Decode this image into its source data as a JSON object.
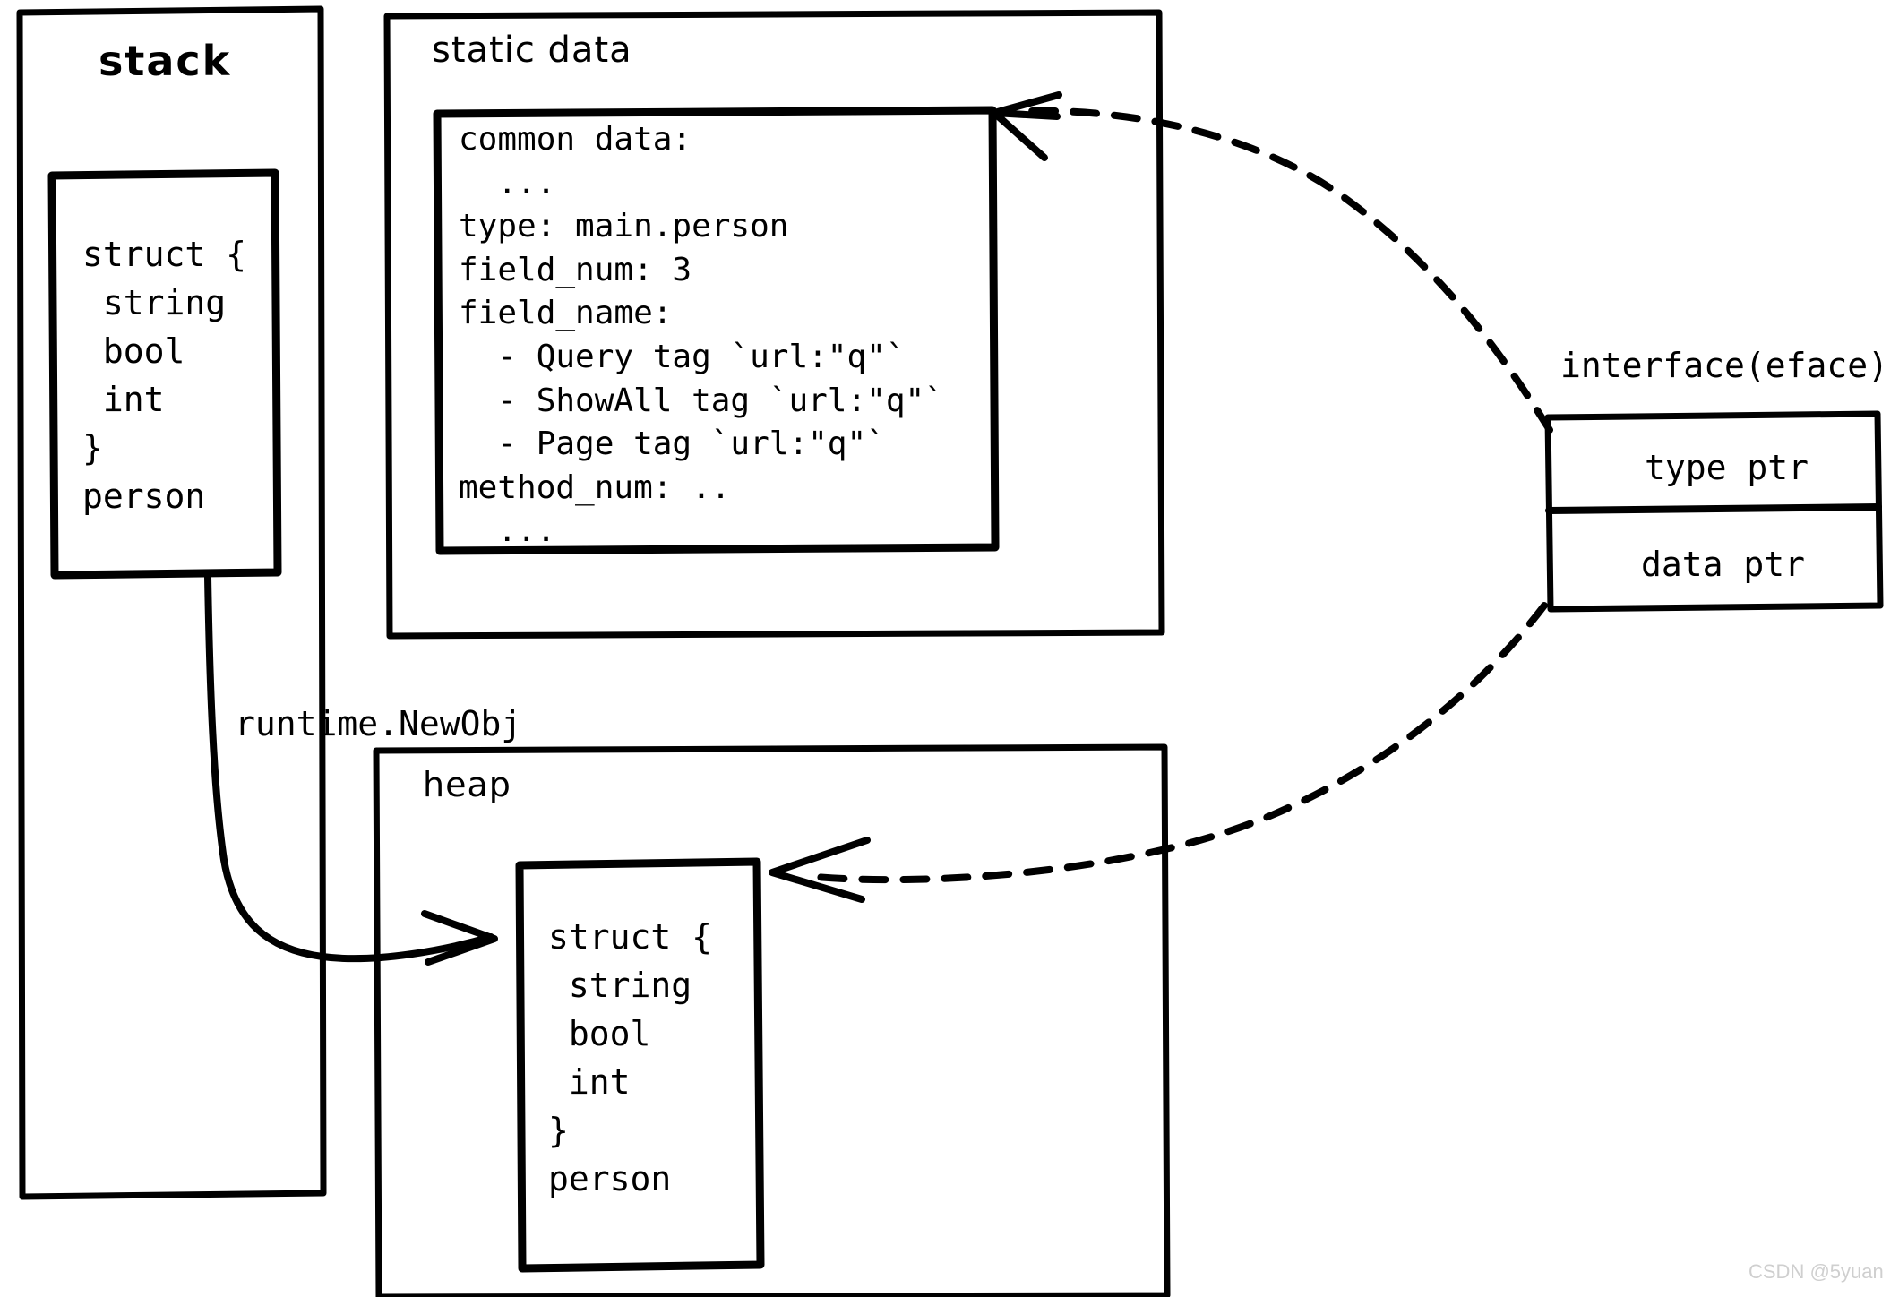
{
  "diagram": {
    "title_stack": "stack",
    "title_static_data": "static data",
    "title_heap": "heap",
    "title_interface": "interface(eface)",
    "label_newobj": "runtime.NewObj",
    "ink_color": "#000000",
    "background_color": "#ffffff"
  },
  "stack": {
    "heading": "stack",
    "struct_box": {
      "lines": [
        "struct {",
        " string",
        " bool",
        " int",
        "}",
        "person"
      ],
      "text": "struct {\n string\n bool\n int\n}\nperson"
    }
  },
  "static_data": {
    "heading": "static data",
    "type_descriptor": {
      "lines": [
        "common data:",
        "  ...",
        "type: main.person",
        "field_num: 3",
        "field_name:",
        "  - Query tag `url:\"q\"`",
        "  - ShowAll tag `url:\"q\"`",
        "  - Page tag `url:\"q\"`",
        "method_num: ..",
        "  ..."
      ],
      "text": "common data:\n  ...\ntype: main.person\nfield_num: 3\nfield_name:\n  - Query tag `url:\"q\"`\n  - ShowAll tag `url:\"q\"`\n  - Page tag `url:\"q\"`\nmethod_num: ..\n  ...",
      "fields": {
        "type": "main.person",
        "field_num": "3",
        "method_num": "..",
        "field_names": [
          {
            "name": "Query",
            "tag": "`url:\"q\"`"
          },
          {
            "name": "ShowAll",
            "tag": "`url:\"q\"`"
          },
          {
            "name": "Page",
            "tag": "`url:\"q\"`"
          }
        ]
      }
    }
  },
  "heap": {
    "heading": "heap",
    "struct_box": {
      "lines": [
        "struct {",
        " string",
        " bool",
        " int",
        "}",
        "person"
      ],
      "text": "struct {\n string\n bool\n int\n}\nperson"
    }
  },
  "interface": {
    "heading": "interface(eface)",
    "slots": [
      {
        "label": "type ptr"
      },
      {
        "label": "data ptr"
      }
    ],
    "type_ptr_label": "type ptr",
    "data_ptr_label": "data ptr"
  },
  "arrows": [
    {
      "name": "stack-to-heap",
      "label": "runtime.NewObj",
      "style": "solid",
      "from": "stack.struct_box",
      "to": "heap.struct_box"
    },
    {
      "name": "type-ptr-to-static-data",
      "label": "",
      "style": "dashed",
      "from": "interface.type_ptr",
      "to": "static_data.type_descriptor"
    },
    {
      "name": "data-ptr-to-heap-object",
      "label": "",
      "style": "dashed",
      "from": "interface.data_ptr",
      "to": "heap.struct_box"
    }
  ],
  "watermark": {
    "text": "CSDN @5yuan"
  }
}
